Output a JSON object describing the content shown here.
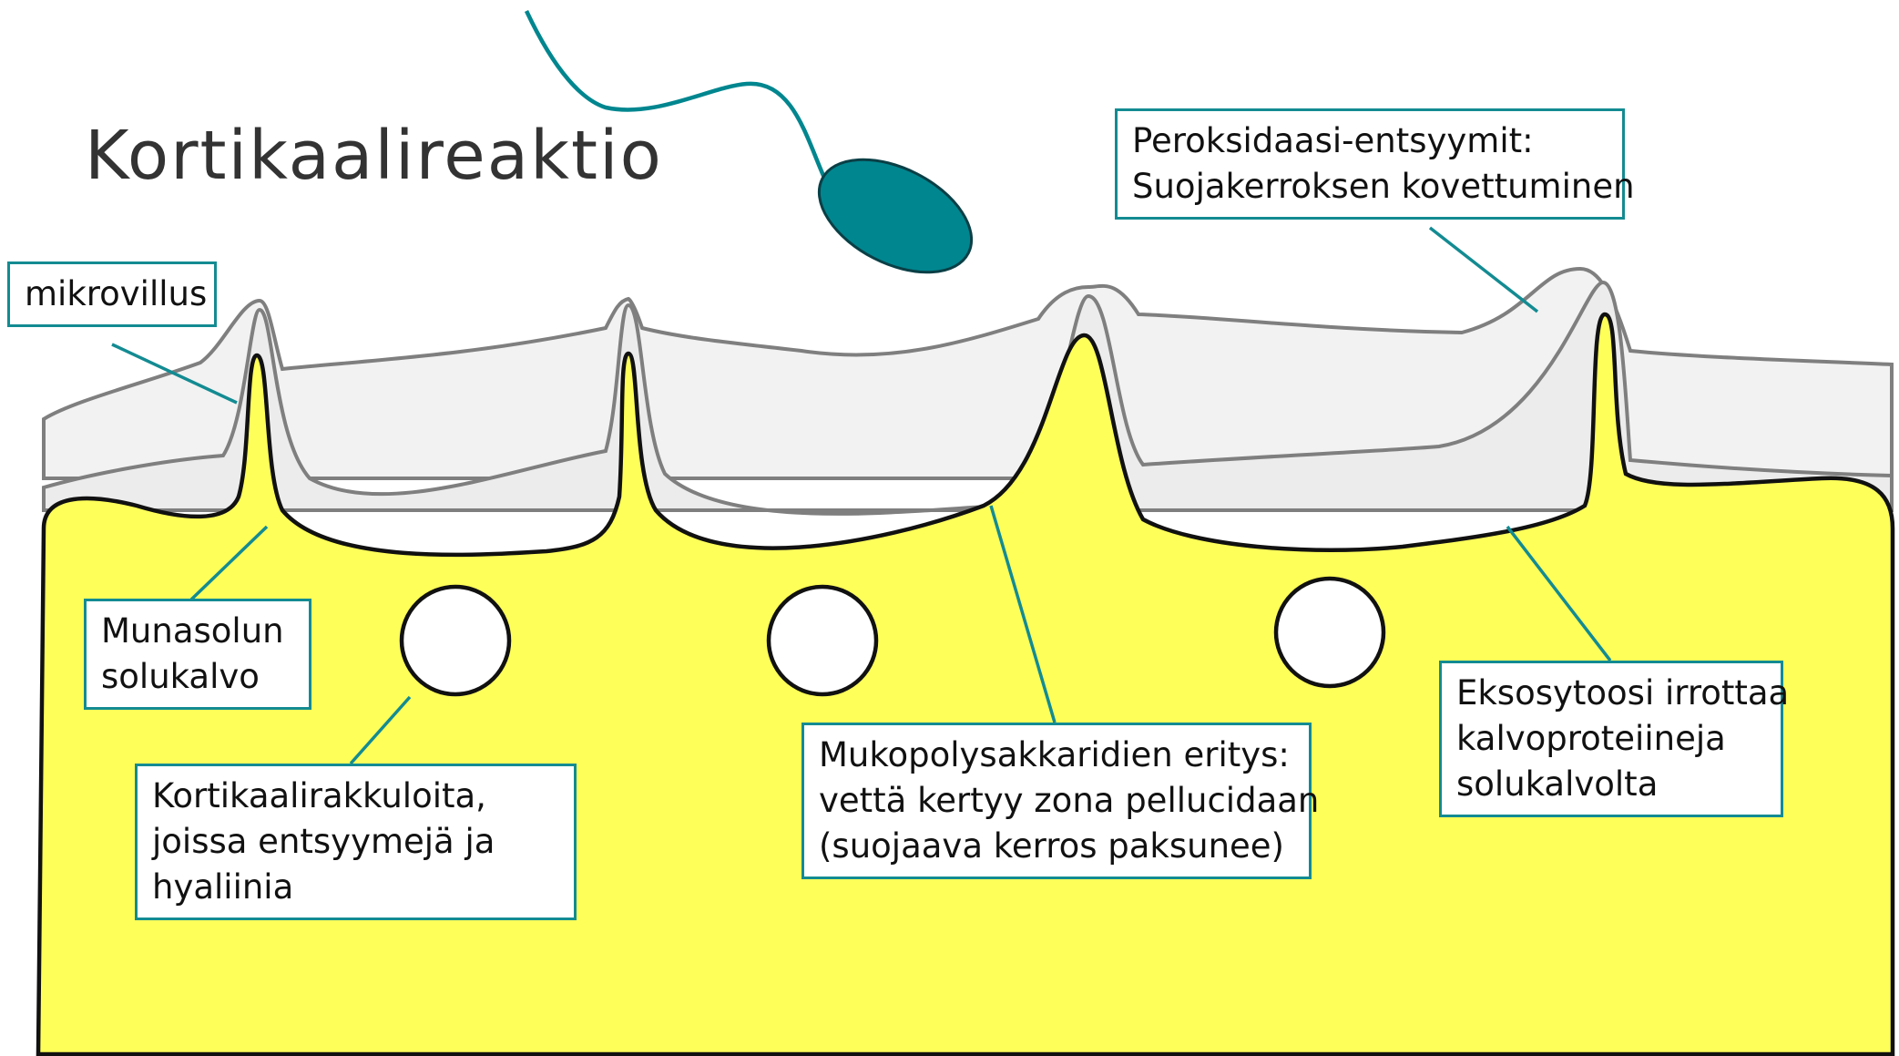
{
  "title": "Kortikaalireaktio",
  "labels": {
    "mikrovillus": [
      "mikrovillus"
    ],
    "peroksidaasi": [
      "Peroksidaasi-entsyymit:",
      "Suojakerroksen kovettuminen"
    ],
    "munasolun": [
      "Munasolun",
      "solukalvo"
    ],
    "kortikaali": [
      "Kortikaalirakkuloita,",
      "joissa entsyymejä ja",
      "hyaliinia"
    ],
    "mukopoly": [
      "Mukopolysakkaridien eritys:",
      "vettä kertyy zona pellucidaan",
      "(suojaava kerros paksunee)"
    ],
    "eksosytoosi": [
      "Eksosytoosi irrottaa",
      "kalvoproteiineja",
      "solukalvolta"
    ]
  },
  "colors": {
    "cytoplasm": "#ffff5a",
    "membrane": "#111111",
    "zona": "#f2f2f2",
    "zona_outline": "#7f7f7f",
    "accent": "#138b92",
    "sperm": "#00868f"
  }
}
